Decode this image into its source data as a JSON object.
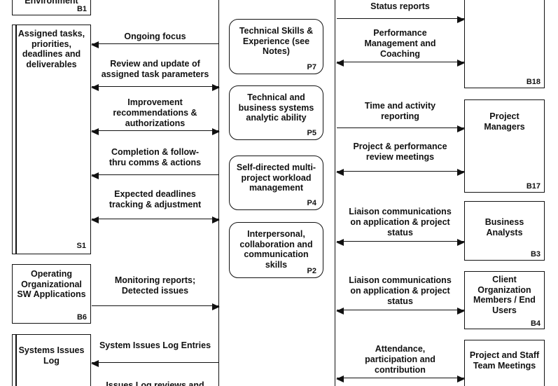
{
  "background": "#ffffff",
  "line_color": "#111111",
  "left_boxes": [
    {
      "label": "Environment",
      "id": "B1"
    },
    {
      "label": "Assigned tasks,\npriorities,\ndeadlines and\ndeliverables",
      "id": "S1"
    },
    {
      "label": "Operating\nOrganizational\nSW Applications",
      "id": "B6"
    },
    {
      "label": "Systems Issues\nLog",
      "id": ""
    }
  ],
  "skill_boxes": [
    {
      "label": "Technical Skills &\nExperience (see\nNotes)",
      "id": "P7"
    },
    {
      "label": "Technical and\nbusiness systems\nanalytic ability",
      "id": "P5"
    },
    {
      "label": "Self-directed multi-\nproject workload\nmanagement",
      "id": "P4"
    },
    {
      "label": "Interpersonal,\ncollaboration and\ncommunication\nskills",
      "id": "P2"
    }
  ],
  "right_boxes": [
    {
      "label": "",
      "id": "B18"
    },
    {
      "label": "Project\nManagers",
      "id": "B17"
    },
    {
      "label": "Business\nAnalysts",
      "id": "B3"
    },
    {
      "label": "Client\nOrganization\nMembers / End\nUsers",
      "id": "B4"
    },
    {
      "label": "Project and Staff\nTeam Meetings",
      "id": ""
    }
  ],
  "left_flows": [
    {
      "label": "Ongoing focus",
      "direction": "left"
    },
    {
      "label": "Review and update of\nassigned task parameters",
      "direction": "both"
    },
    {
      "label": "Improvement\nrecommendations &\nauthorizations",
      "direction": "both"
    },
    {
      "label": "Completion & follow-\nthru comms & actions",
      "direction": "left"
    },
    {
      "label": "Expected deadlines\ntracking & adjustment",
      "direction": "both"
    },
    {
      "label": "Monitoring reports;\nDetected issues",
      "direction": "right"
    },
    {
      "label": "System Issues Log Entries",
      "direction": "left"
    },
    {
      "label": "Issues Log reviews and",
      "direction": "none"
    }
  ],
  "right_flows": [
    {
      "label": "Status reports",
      "direction": "right"
    },
    {
      "label": "Performance\nManagement and\nCoaching",
      "direction": "both"
    },
    {
      "label": "Time and activity\nreporting",
      "direction": "right"
    },
    {
      "label": "Project & performance\nreview meetings",
      "direction": "both"
    },
    {
      "label": "Liaison communications\non application & project\nstatus",
      "direction": "both"
    },
    {
      "label": "Liaison communications\non application & project\nstatus",
      "direction": "both"
    },
    {
      "label": "Attendance,\nparticipation and\ncontribution",
      "direction": "both"
    }
  ]
}
